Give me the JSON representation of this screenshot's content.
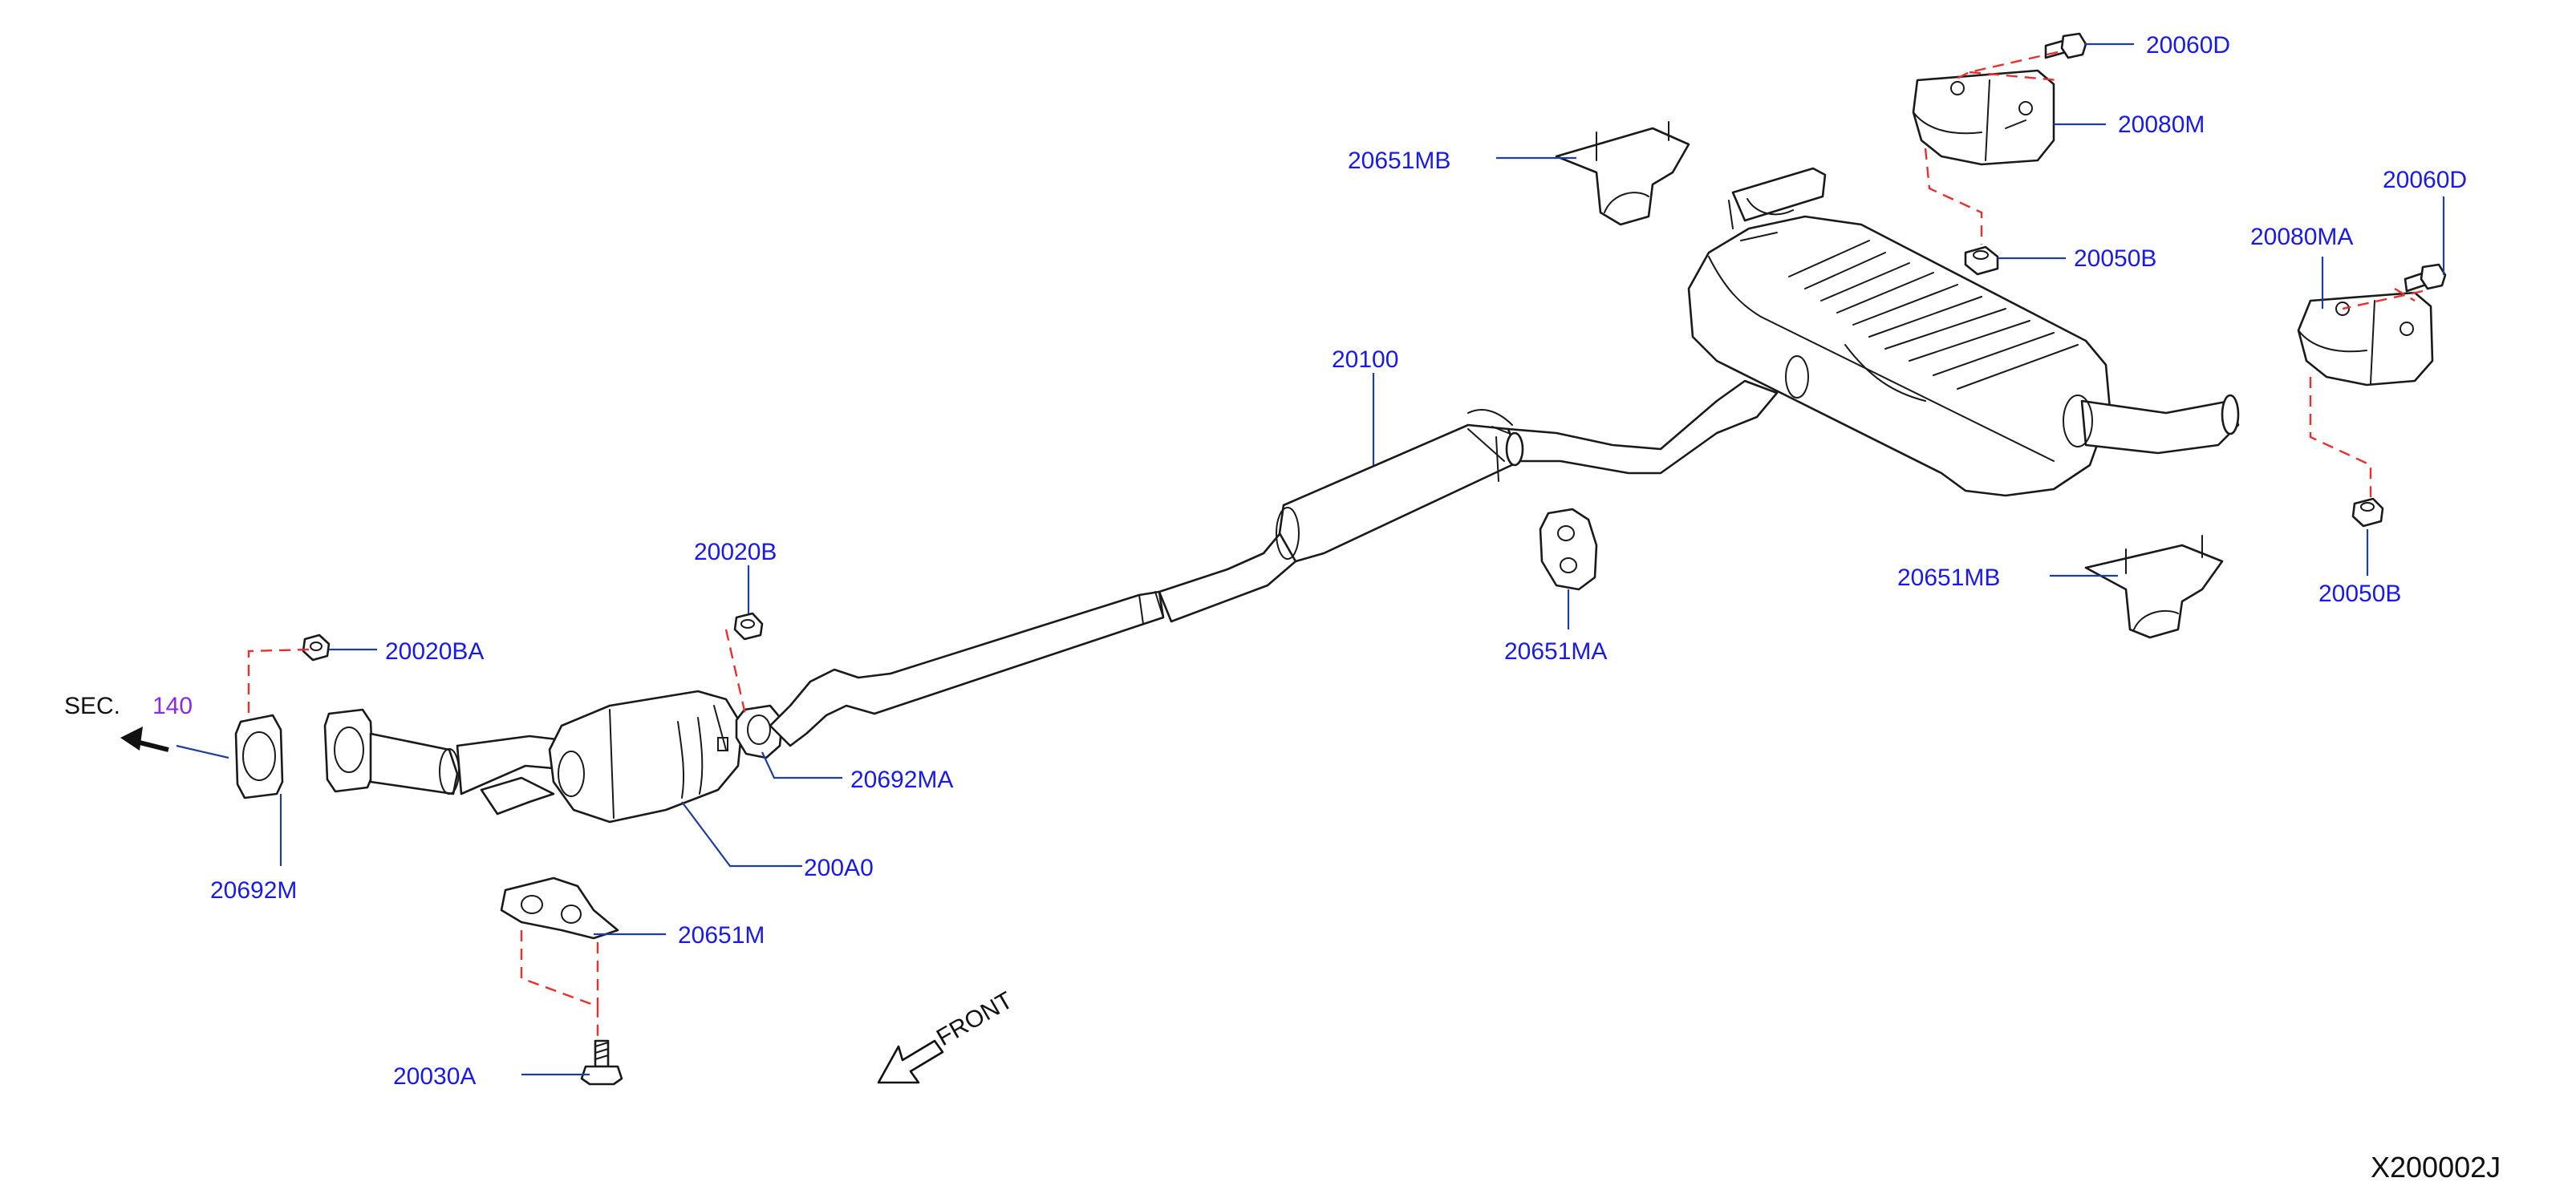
{
  "diagram": {
    "section_ref": {
      "prefix": "SEC.",
      "number": "140"
    },
    "front_label": "FRONT",
    "figure_code": "X200002J",
    "callouts": {
      "c20060D_a": "20060D",
      "c20080M": "20080M",
      "c20651MB_a": "20651MB",
      "c20050B_a": "20050B",
      "c20060D_b": "20060D",
      "c20080MA": "20080MA",
      "c20100": "20100",
      "c20651MB_b": "20651MB",
      "c20050B_b": "20050B",
      "c20651MA": "20651MA",
      "c20020B": "20020B",
      "c20020BA": "20020BA",
      "c20692MA": "20692MA",
      "c200A0": "200A0",
      "c20692M": "20692M",
      "c20651M": "20651M",
      "c20030A": "20030A"
    },
    "colors": {
      "callout_text": "#1a1ae6",
      "leader_line": "#1f3f9c",
      "dashed_guide": "#e8312e",
      "section_number": "#8a2be2",
      "line_art": "#1a1a1a"
    }
  }
}
